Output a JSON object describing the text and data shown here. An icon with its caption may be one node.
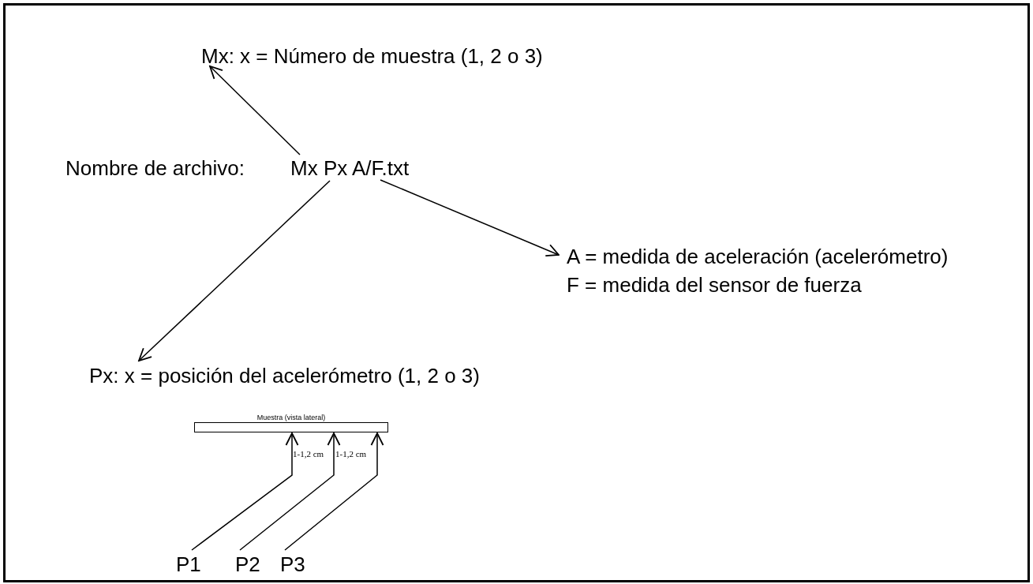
{
  "diagram": {
    "nodes": [
      {
        "text": [
          "Mx Px A/F.txt"
        ],
        "beside": [
          "Nombre de archivo:"
        ]
      },
      {
        "text": [
          "Mx: x = Número de muestra (1, 2 o 3)"
        ]
      },
      {
        "text": [
          "A = medida de aceleración (acelerómetro)",
          "F = medida del sensor de fuerza"
        ]
      },
      {
        "text": [
          "Px: x = posición del acelerómetro (1, 2 o 3)"
        ]
      },
      {
        "text": [
          "Muestra (vista lateral)"
        ]
      },
      {
        "text": [
          "P1"
        ]
      },
      {
        "text": [
          "P2"
        ]
      },
      {
        "text": [
          "P3"
        ]
      }
    ],
    "edges": [
      {
        "from": 0,
        "to": 1,
        "arrow": "to"
      },
      {
        "from": 0,
        "to": 2,
        "arrow": "to"
      },
      {
        "from": 0,
        "to": 3,
        "arrow": "to"
      },
      {
        "from": 5,
        "to": 4,
        "arrow": "to"
      },
      {
        "from": 6,
        "to": 4,
        "arrow": "to"
      },
      {
        "from": 7,
        "to": 4,
        "arrow": "to"
      }
    ],
    "labels": [
      "1-1,2 cm",
      "1-1,2 cm"
    ]
  }
}
